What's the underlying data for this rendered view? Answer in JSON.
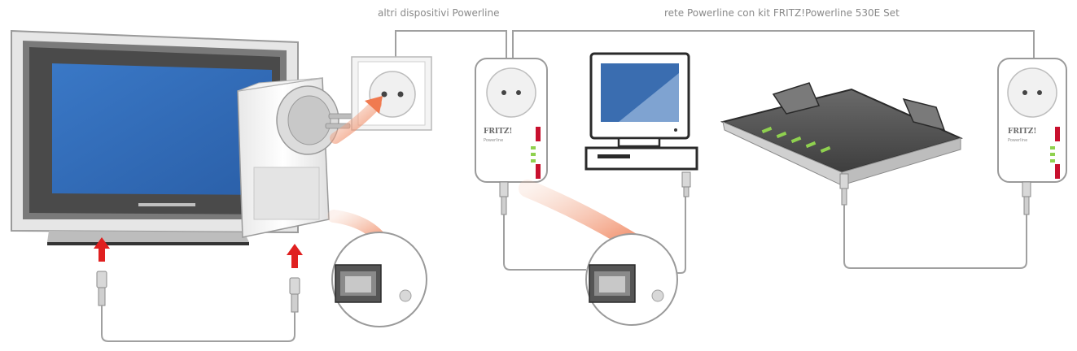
{
  "labels": {
    "other_devices": "altri dispositivi Powerline",
    "network_kit": "rete Powerline con kit FRITZ!Powerline 530E Set"
  },
  "adapter": {
    "brand": "FRITZ!",
    "model": "Powerline"
  },
  "colors": {
    "screen_blue": "#2f6ab8",
    "arrow_red": "#e02020",
    "arrow_orange": "#f07a50",
    "led_green": "#8fd14f",
    "accent_red": "#c8102e",
    "cable_gray": "#9a9a9a"
  }
}
